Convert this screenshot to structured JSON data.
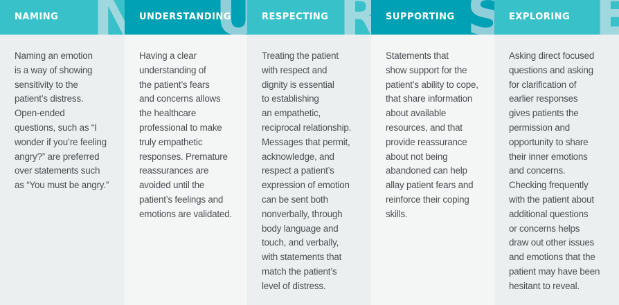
{
  "colors": {
    "header_light": "#39c1ca",
    "header_dark": "#00a1b4",
    "body_light": "#ebeff0",
    "body_dark": "#f4f6f6",
    "text": "#4b4f52"
  },
  "columns": [
    {
      "title": "NAMING",
      "letter": "N",
      "text": "Naming an emotion\nis a way of showing\nsensitivity to the\npatient’s distress.\nOpen-ended\nquestions, such as “I\nwonder if you’re feeling\nangry?” are preferred\nover statements such\nas “You must be angry.”"
    },
    {
      "title": "UNDERSTANDING",
      "letter": "U",
      "text": "Having a clear\nunderstanding of\nthe patient’s fears\nand concerns allows\nthe healthcare\nprofessional to make\ntruly empathetic\nresponses. Premature\nreassurances are\navoided until the\npatient’s feelings and\nemotions are validated."
    },
    {
      "title": "RESPECTING",
      "letter": "R",
      "text": "Treating the patient\nwith respect and\ndignity is essential\nto establishing\nan empathetic,\nreciprocal relationship.\nMessages that permit,\nacknowledge, and\nrespect a patient’s\nexpression of emotion\ncan be sent both\nnonverbally, through\nbody language and\ntouch, and verbally,\nwith statements that\nmatch the patient’s\nlevel of distress."
    },
    {
      "title": "SUPPORTING",
      "letter": "S",
      "text": "Statements that\nshow support for the\npatient’s ability to cope,\nthat share information\nabout available\nresources, and that\nprovide reassurance\nabout not being\nabandoned can help\nallay patient fears and\nreinforce their coping\nskills."
    },
    {
      "title": "EXPLORING",
      "letter": "E",
      "text": "Asking direct focused\nquestions and asking\nfor clarification of\nearlier responses\ngives patients the\npermission and\nopportunity to share\ntheir inner emotions\nand concerns.\nChecking frequently\nwith the patient about\nadditional questions\nor concerns helps\ndraw out other issues\nand emotions that the\npatient may have been\nhesitant to reveal."
    }
  ]
}
